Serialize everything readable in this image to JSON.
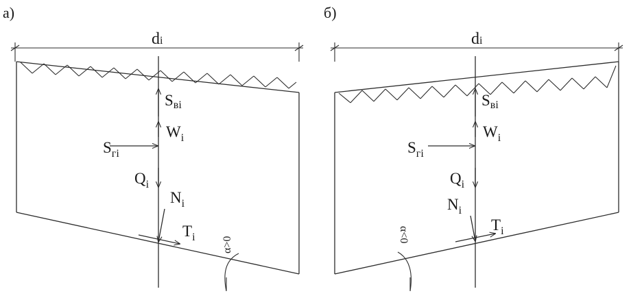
{
  "panels": [
    {
      "id": "a",
      "label": "а)",
      "dimension": {
        "main": "d",
        "sub": "i"
      },
      "forces": {
        "s_b": {
          "main": "S",
          "sub": "вi"
        },
        "w": {
          "main": "W",
          "sub": "i"
        },
        "s_g": {
          "main": "S",
          "sub": "гi"
        },
        "q": {
          "main": "Q",
          "sub": "i"
        },
        "n": {
          "main": "N",
          "sub": "i"
        },
        "t": {
          "main": "T",
          "sub": "i"
        }
      },
      "angle": "α>0"
    },
    {
      "id": "b",
      "label": "б)",
      "dimension": {
        "main": "d",
        "sub": "i"
      },
      "forces": {
        "s_b": {
          "main": "S",
          "sub": "вi"
        },
        "w": {
          "main": "W",
          "sub": "i"
        },
        "s_g": {
          "main": "S",
          "sub": "гi"
        },
        "q": {
          "main": "Q",
          "sub": "i"
        },
        "n": {
          "main": "N",
          "sub": "i"
        },
        "t": {
          "main": "T",
          "sub": "i"
        }
      },
      "angle": "α<0"
    }
  ]
}
